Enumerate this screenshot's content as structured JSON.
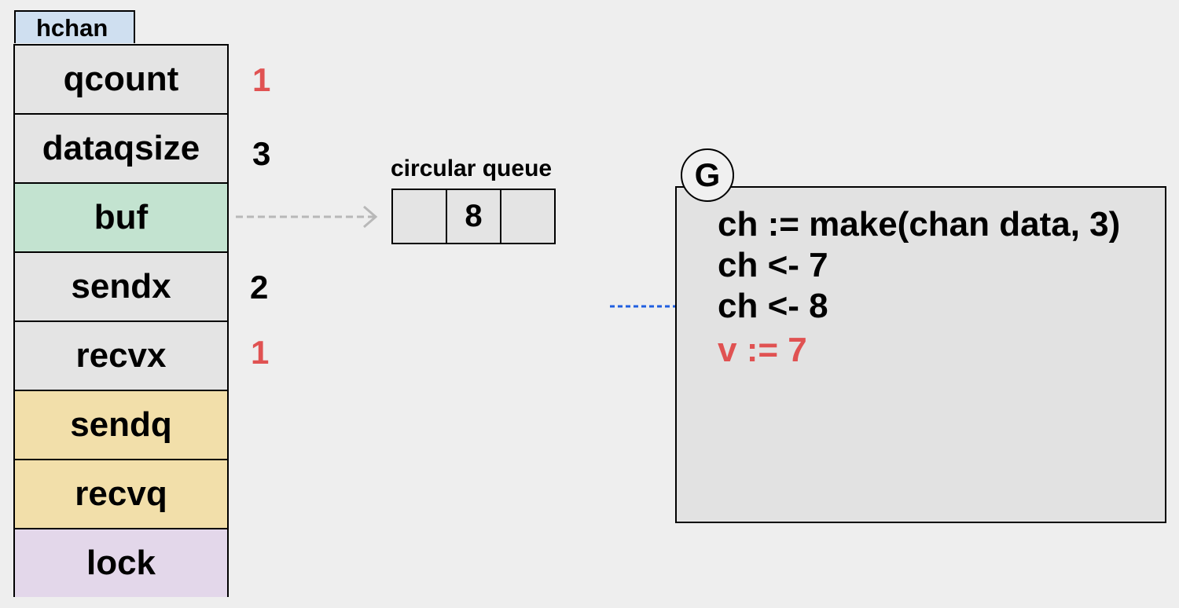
{
  "hchan": {
    "title": "hchan",
    "fields": [
      {
        "label": "qcount",
        "color": "#e4e4e4",
        "value": "1",
        "value_color": "#e05252"
      },
      {
        "label": "dataqsize",
        "color": "#e4e4e4",
        "value": "3",
        "value_color": "#000000"
      },
      {
        "label": "buf",
        "color": "#c3e3d0",
        "value": "",
        "value_color": "#000000"
      },
      {
        "label": "sendx",
        "color": "#e4e4e4",
        "value": "2",
        "value_color": "#000000"
      },
      {
        "label": "recvx",
        "color": "#e4e4e4",
        "value": "1",
        "value_color": "#e05252"
      },
      {
        "label": "sendq",
        "color": "#f2dfaa",
        "value": "",
        "value_color": "#000000"
      },
      {
        "label": "recvq",
        "color": "#f2dfaa",
        "value": "",
        "value_color": "#000000"
      },
      {
        "label": "lock",
        "color": "#e3d7ea",
        "value": "",
        "value_color": "#000000"
      }
    ]
  },
  "queue": {
    "label": "circular queue",
    "cells": [
      "",
      "8",
      ""
    ]
  },
  "goroutine": {
    "label": "G",
    "lines": [
      {
        "text": "ch := make(chan data, 3)",
        "color": "#000000"
      },
      {
        "text": "ch <- 7",
        "color": "#000000"
      },
      {
        "text": "ch <- 8",
        "color": "#000000"
      },
      {
        "text": "v := 7",
        "color": "#e05252"
      }
    ]
  },
  "colors": {
    "buf_arrow": "#b8b8b8",
    "pointer_arrow": "#1f5fe0"
  }
}
